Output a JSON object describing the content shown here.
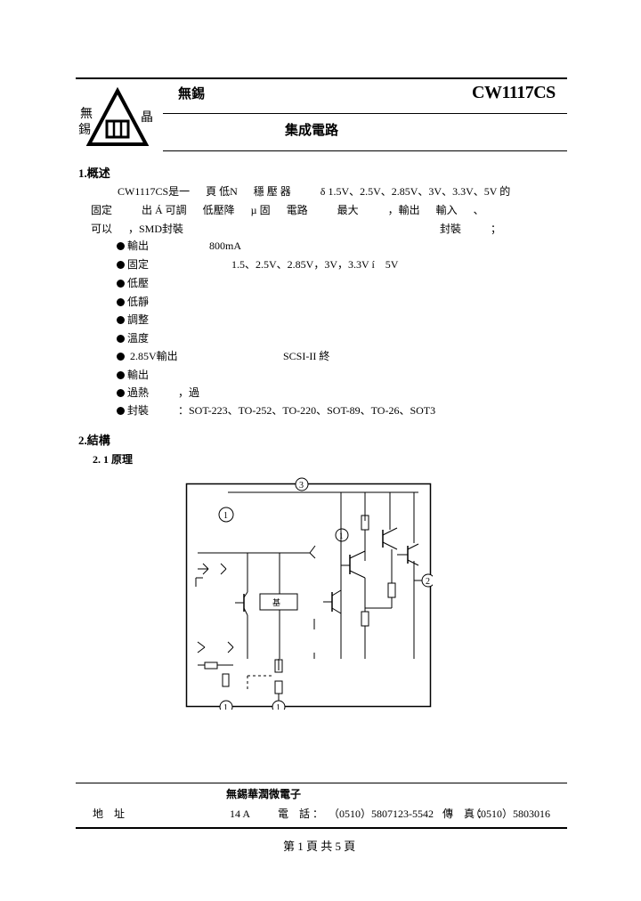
{
  "header": {
    "logo_chars": [
      "無",
      "錫",
      "晶"
    ],
    "company_name": "無錫",
    "product": "CW1117CS",
    "title": "集成電路"
  },
  "section1": {
    "heading": "1.概述",
    "lines": [
      "CW1117CS是一 　 頁 低N 　 穩 壓 器 　 　 δ 1.5V、2.5V、2.85V、3V、3.3V、5V 的",
      "固定 　 　 出 Á 可調 　 低壓降 　 µ 固 　 電路 　 　 最大 　 　 ，輸出 　 輸入 　 、",
      "可以 　 ，SMD封裝 　 　 　 　 　 　 　 　 　 　 　 　 　 　 　 　 　 　 　 封裝 　 　 ；"
    ],
    "features": [
      {
        "label": "輸出",
        "value": "800mA"
      },
      {
        "label": "固定",
        "value": "1.5、2.5V、2.85V，3V，3.3V í　5V"
      },
      {
        "label": "低壓",
        "value": ""
      },
      {
        "label": "低靜",
        "value": ""
      },
      {
        "label": "調整",
        "value": ""
      },
      {
        "label": "溫度",
        "value": ""
      },
      {
        "label": "2.85V輸出",
        "value": "SCSI-II 終"
      },
      {
        "label": "輸出",
        "value": ""
      },
      {
        "label": "過熱",
        "value": "，過"
      },
      {
        "label": "封裝",
        "value": "：SOT-223、TO-252、TO-220、SOT-89、TO-26、SOT3"
      }
    ]
  },
  "section2": {
    "heading": "2.結構",
    "sub_heading": "2. 1 原理",
    "diagram": {
      "pin_top": "3",
      "pin_right": "2",
      "pin_bottom_left": "1",
      "pin_bottom_mid": "1",
      "label_tl": "1",
      "label_mid": "1",
      "box_label": "基"
    }
  },
  "footer": {
    "company_line": "無錫華潤微電子",
    "address_label": "地　址",
    "address_value": "14 A",
    "tel_label": "電　話 ：",
    "tel_value": "（0510）5807123-5542",
    "fax_label": "傳　真 ：",
    "fax_value": "（0510）5803016",
    "page_text": "第 1 頁 共 5 頁"
  }
}
